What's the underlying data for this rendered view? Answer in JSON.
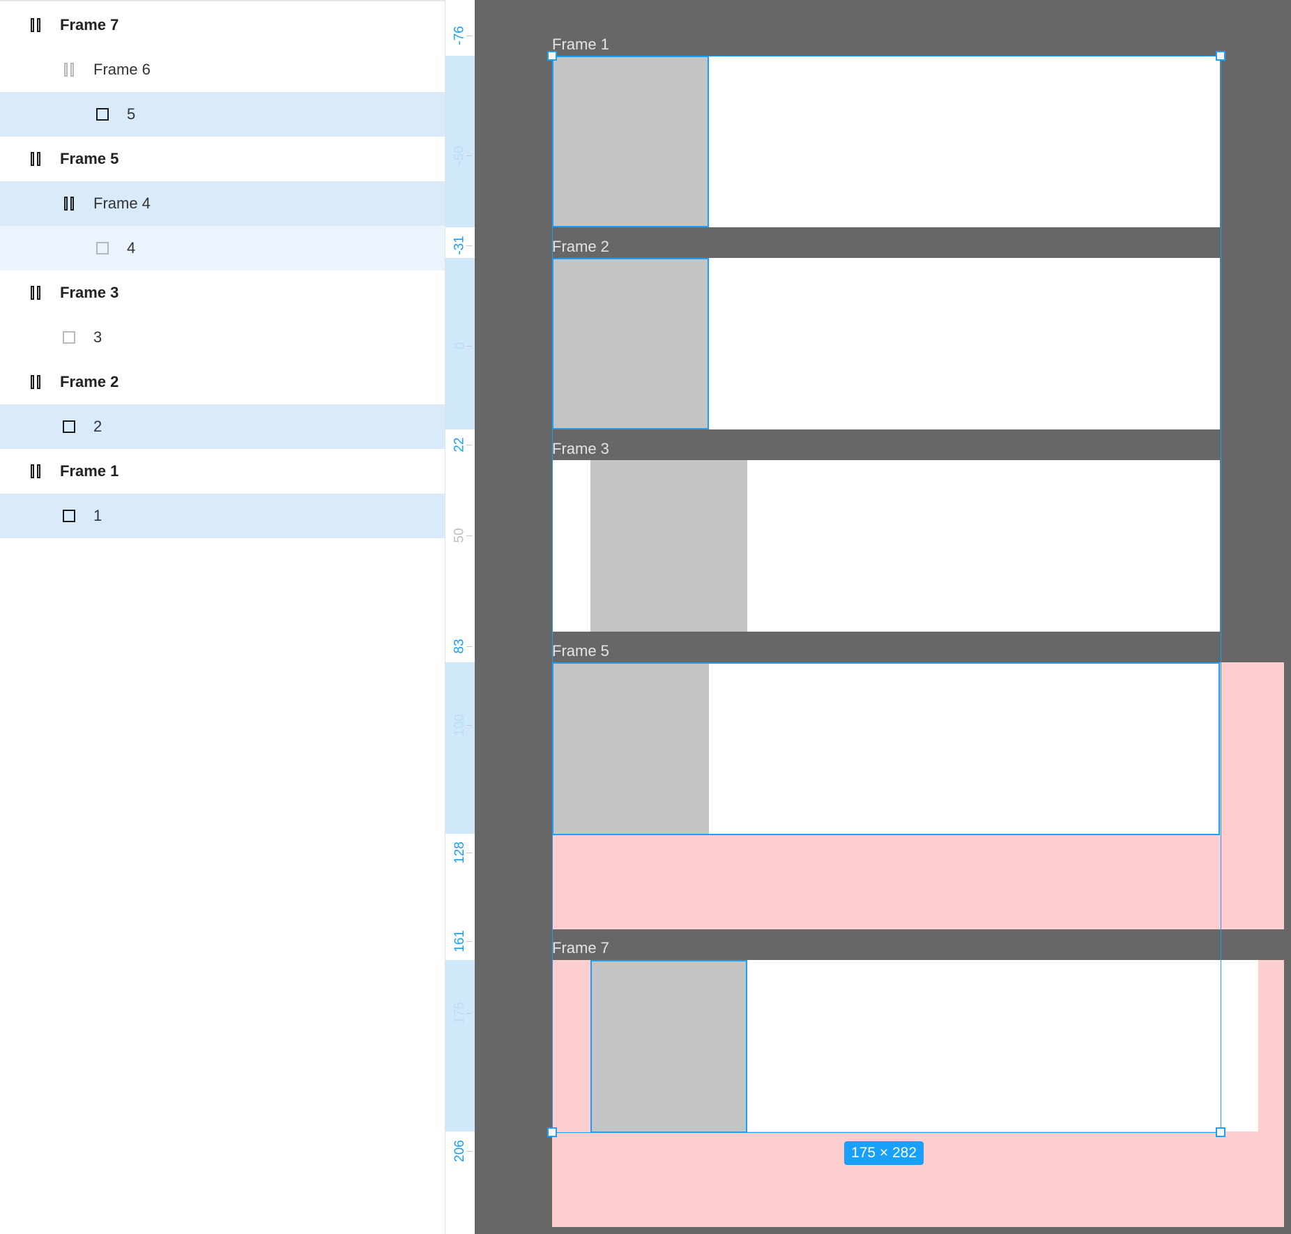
{
  "layers": [
    {
      "label": "Frame 7",
      "kind": "frame",
      "bold": true,
      "indent": 0,
      "state": "none",
      "dim": false
    },
    {
      "label": "Frame 6",
      "kind": "frame",
      "bold": false,
      "indent": 1,
      "state": "none",
      "dim": true
    },
    {
      "label": "5",
      "kind": "rect",
      "bold": false,
      "indent": 2,
      "state": "selected",
      "dim": false
    },
    {
      "label": "Frame 5",
      "kind": "frame",
      "bold": true,
      "indent": 0,
      "state": "none",
      "dim": false
    },
    {
      "label": "Frame 4",
      "kind": "frame",
      "bold": false,
      "indent": 1,
      "state": "selected",
      "dim": false
    },
    {
      "label": "4",
      "kind": "rect",
      "bold": false,
      "indent": 2,
      "state": "highlight",
      "dim": true
    },
    {
      "label": "Frame 3",
      "kind": "frame",
      "bold": true,
      "indent": 0,
      "state": "none",
      "dim": false
    },
    {
      "label": "3",
      "kind": "rect",
      "bold": false,
      "indent": 1,
      "state": "none",
      "dim": true
    },
    {
      "label": "Frame 2",
      "kind": "frame",
      "bold": true,
      "indent": 0,
      "state": "none",
      "dim": false
    },
    {
      "label": "2",
      "kind": "rect",
      "bold": false,
      "indent": 1,
      "state": "selected",
      "dim": false
    },
    {
      "label": "Frame 1",
      "kind": "frame",
      "bold": true,
      "indent": 0,
      "state": "none",
      "dim": false
    },
    {
      "label": "1",
      "kind": "rect",
      "bold": false,
      "indent": 1,
      "state": "selected",
      "dim": false
    }
  ],
  "ruler": {
    "labels": [
      "-76",
      "-50",
      "-31",
      "0",
      "22",
      "50",
      "83",
      "100",
      "128",
      "161",
      "175",
      "206"
    ]
  },
  "canvas": {
    "frame_titles": [
      "Frame 1",
      "Frame 2",
      "Frame 3",
      "Frame 5",
      "Frame 7"
    ],
    "selection_size": "175 × 282"
  },
  "colors": {
    "accent": "#18a0fb",
    "selection_row": "#d9ebf8",
    "canvas_bg": "#676767",
    "placeholder_block": "#c4c4c4",
    "padding_highlight": "#ffcfd0"
  }
}
